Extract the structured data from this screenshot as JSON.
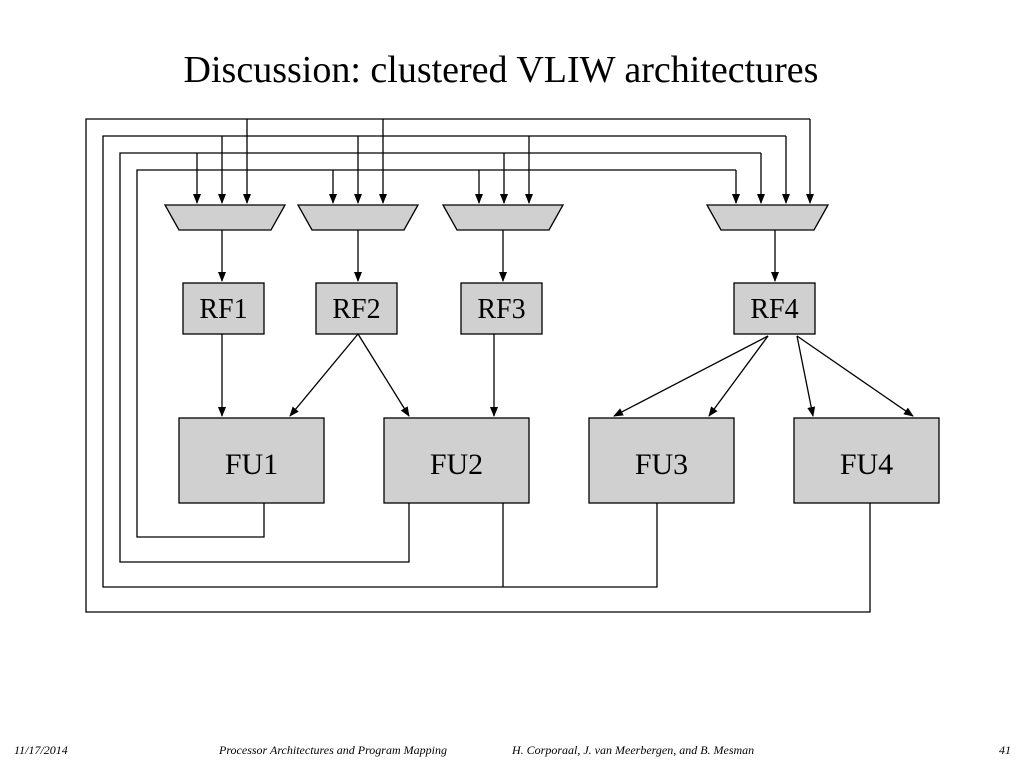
{
  "slide": {
    "title": "Discussion: clustered VLIW architectures"
  },
  "diagram": {
    "register_files": [
      "RF1",
      "RF2",
      "RF3",
      "RF4"
    ],
    "functional_units": [
      "FU1",
      "FU2",
      "FU3",
      "FU4"
    ],
    "box_fill": "#d0d0d0",
    "line_color": "#000000"
  },
  "footer": {
    "date": "11/17/2014",
    "course": "Processor Architectures and Program Mapping",
    "authors": "H. Corporaal,  J. van Meerbergen, and B. Mesman",
    "page": "41"
  }
}
